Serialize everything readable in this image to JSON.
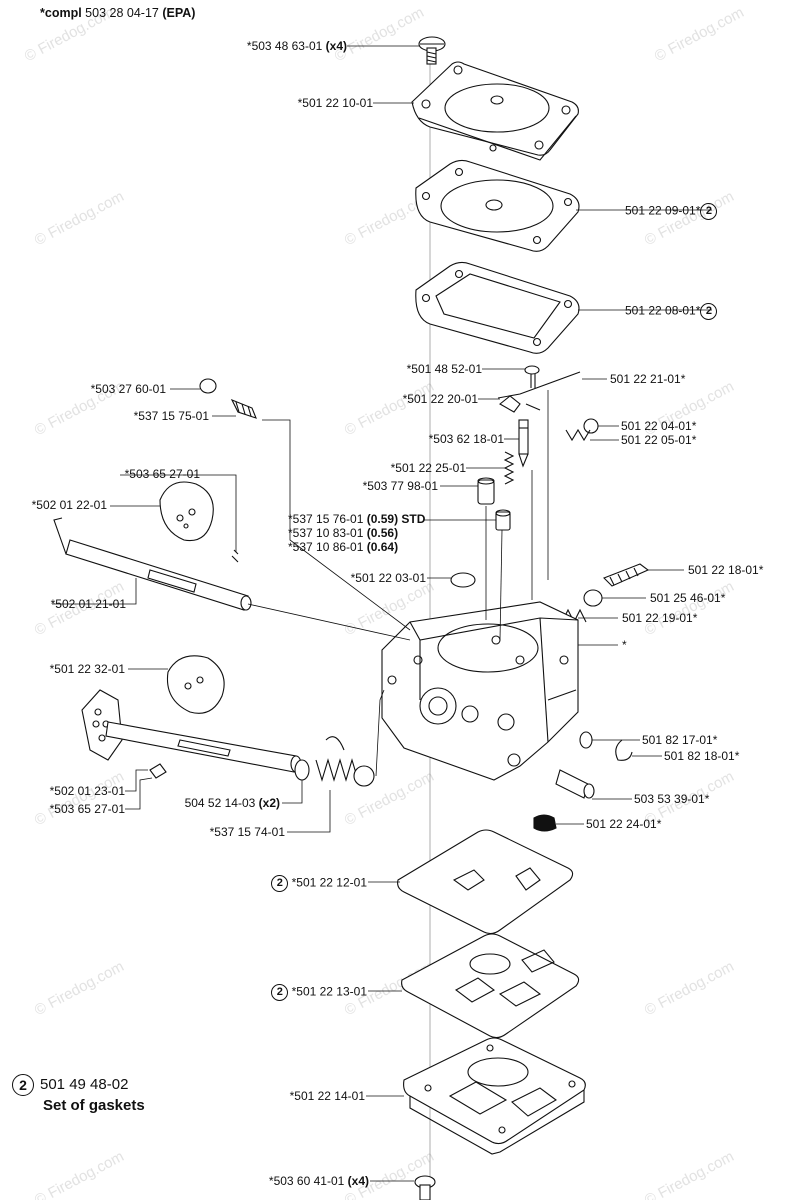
{
  "header": {
    "prefix": "*compl",
    "number": "503 28 04-17",
    "suffix": "(EPA)"
  },
  "watermark": "© Firedog.com",
  "gasket_marker": "2",
  "legend": {
    "marker": "2",
    "part_number": "501 49 48-02",
    "title": "Set of gaskets"
  },
  "labels": {
    "l1": {
      "text": "*503 48 63-01",
      "bold": "(x4)"
    },
    "l2": {
      "text": "*501 22 10-01"
    },
    "l3": {
      "text": "501 22 09-01*"
    },
    "l4": {
      "text": "501 22 08-01*"
    },
    "l5": {
      "text": "*501 48 52-01"
    },
    "l6": {
      "text": "501 22 21-01*"
    },
    "l7": {
      "text": "*501 22 20-01"
    },
    "l8": {
      "text": "*503 62 18-01"
    },
    "l9": {
      "text": "501 22 04-01*"
    },
    "l10": {
      "text": "501 22 05-01*"
    },
    "l11": {
      "text": "*501 22 25-01"
    },
    "l12": {
      "text": "*503 77 98-01"
    },
    "l13": {
      "text": "*537 15 76-01",
      "bold": "(0.59) STD"
    },
    "l14": {
      "text": "*537 10 83-01",
      "bold": "(0.56)"
    },
    "l15": {
      "text": "*537 10 86-01",
      "bold": "(0.64)"
    },
    "l16": {
      "text": "*501 22 03-01"
    },
    "l17": {
      "text": "501 22 18-01*"
    },
    "l18": {
      "text": "501 25 46-01*"
    },
    "l19": {
      "text": "501 22 19-01*"
    },
    "l20": {
      "text": "*"
    },
    "l21": {
      "text": "*503 27 60-01"
    },
    "l22": {
      "text": "*537 15 75-01"
    },
    "l23": {
      "text": "*503 65 27-01"
    },
    "l24": {
      "text": "*502 01 22-01"
    },
    "l25": {
      "text": "*502 01 21-01"
    },
    "l26": {
      "text": "*501 22 32-01"
    },
    "l27": {
      "text": "*502 01 23-01"
    },
    "l28": {
      "text": "*503 65 27-01"
    },
    "l29": {
      "text": "504 52 14-03",
      "bold": "(x2)"
    },
    "l30": {
      "text": "*537 15 74-01"
    },
    "l31": {
      "text": "501 82 17-01*"
    },
    "l32": {
      "text": "501 82 18-01*"
    },
    "l33": {
      "text": "503 53 39-01*"
    },
    "l34": {
      "text": "501 22 24-01*"
    },
    "l35": {
      "text": "*501 22 12-01"
    },
    "l36": {
      "text": "*501 22 13-01"
    },
    "l37": {
      "text": "*501 22 14-01"
    },
    "l38": {
      "text": "*503 60 41-01",
      "bold": "(x4)"
    }
  }
}
